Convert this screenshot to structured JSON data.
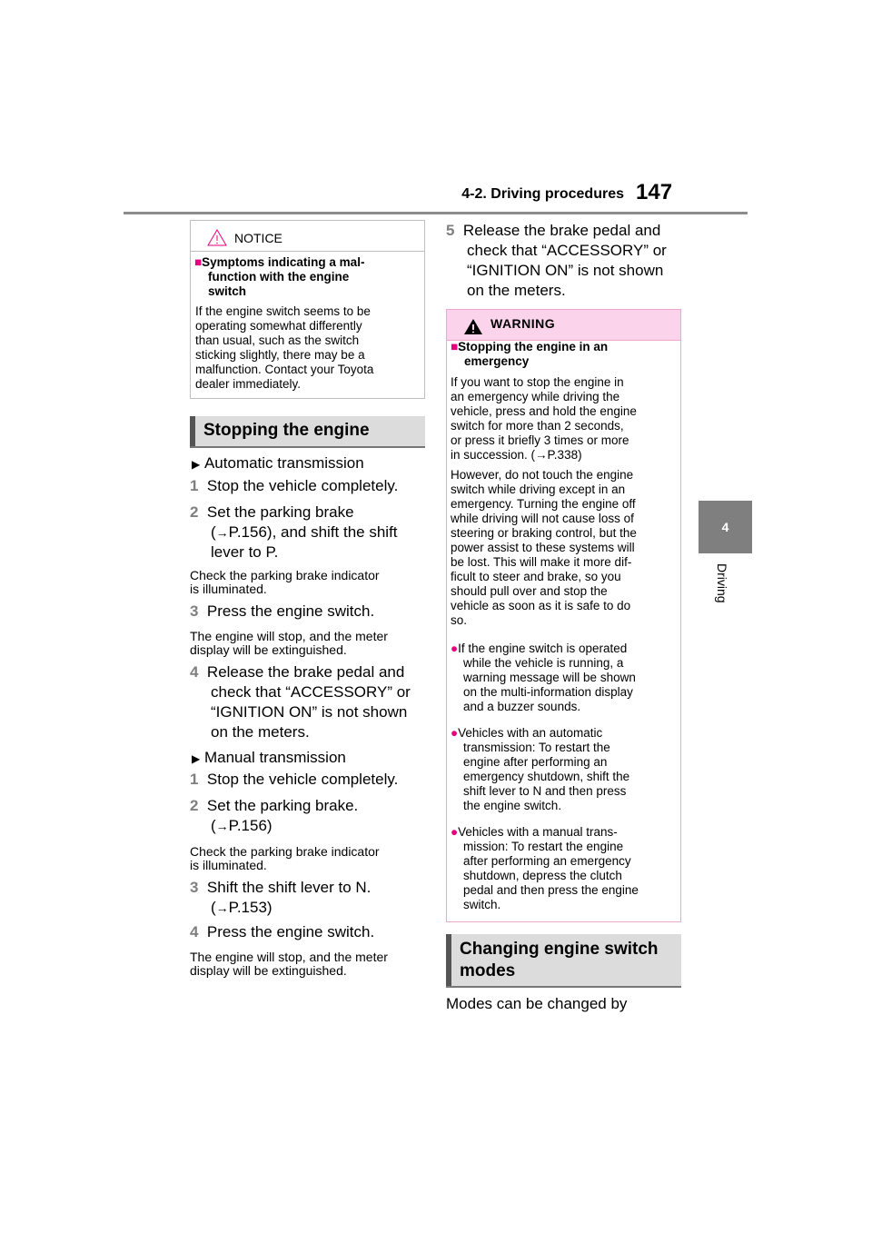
{
  "header": {
    "section": "4-2. Driving procedures",
    "page_number": "147"
  },
  "side_tab": {
    "chapter_number": "4",
    "chapter_label": "Driving"
  },
  "notice_box": {
    "label": "NOTICE",
    "title_line1": "Symptoms indicating a mal-",
    "title_line2": "function with the engine",
    "title_line3": "switch",
    "text_line1": "If the engine switch seems to be",
    "text_line2": "operating somewhat differently",
    "text_line3": "than usual, such as the switch",
    "text_line4": "sticking slightly, there may be a",
    "text_line5": "malfunction. Contact your Toyota",
    "text_line6": "dealer immediately."
  },
  "stopping_heading": "Stopping the engine",
  "automatic": {
    "label": "Automatic transmission",
    "step1_num": "1",
    "step1": "Stop the vehicle completely.",
    "step2_num": "2",
    "step2_line1": "Set the parking brake",
    "step2_line2_pre": "(",
    "step2_line2_post": "P.156), and shift the shift",
    "step2_line3": "lever to P.",
    "note1_line1": "Check the parking brake indicator",
    "note1_line2": "is illuminated.",
    "step3_num": "3",
    "step3": "Press the engine switch.",
    "note3_line1": "The engine will stop, and the meter",
    "note3_line2": "display will be extinguished.",
    "step4_num": "4",
    "step4_line1": "Release the brake pedal and",
    "step4_line2": "check that “ACCESSORY” or",
    "step4_line3": "“IGNITION ON” is not shown",
    "step4_line4": "on the meters."
  },
  "manual": {
    "label": "Manual transmission",
    "step1_num": "1",
    "step1": "Stop the vehicle completely.",
    "step2_num": "2",
    "step2_line1": "Set the parking brake.",
    "step2_line2_pre": "(",
    "step2_line2_post": "P.156)",
    "note2_line1": "Check the parking brake indicator",
    "note2_line2": "is illuminated.",
    "step3_num": "3",
    "step3_line1": "Shift the shift lever to N.",
    "step3_line2_pre": "(",
    "step3_line2_post": "P.153)",
    "step4_num": "4",
    "step4": "Press the engine switch.",
    "note4_line1": "The engine will stop, and the meter",
    "note4_line2": "display will be extinguished.",
    "step5_num": "5",
    "step5_line1": "Release the brake pedal and",
    "step5_line2": "check that “ACCESSORY” or",
    "step5_line3": "“IGNITION ON” is not shown",
    "step5_line4": "on the meters."
  },
  "warning_box": {
    "label": "WARNING",
    "title_line1": "Stopping the engine in an",
    "title_line2": "emergency",
    "p1": [
      "If you want to stop the engine in",
      "an emergency while driving the",
      "vehicle, press and hold the engine",
      "switch for more than 2 seconds,",
      "or press it briefly 3 times or more"
    ],
    "p1_last_pre": "in succession. (",
    "p1_last_post": "P.338)",
    "p2": [
      "However, do not touch the engine",
      "switch while driving except in an",
      "emergency. Turning the engine off",
      "while driving will not cause loss of",
      "steering or braking control, but the",
      "power assist to these systems will",
      "be lost. This will make it more dif-",
      "ficult to steer and brake, so you",
      "should pull over and stop the",
      "vehicle as soon as it is safe to do",
      "so."
    ],
    "b1": [
      "If the engine switch is operated",
      "while the vehicle is running, a",
      "warning message will be shown",
      "on the multi-information display",
      "and a buzzer sounds."
    ],
    "b2": [
      "Vehicles with an automatic",
      "transmission: To restart the",
      "engine after performing an",
      "emergency shutdown, shift the",
      "shift lever to N and then press",
      "the engine switch."
    ],
    "b3": [
      "Vehicles with a manual trans-",
      "mission: To restart the engine",
      "after performing an emergency",
      "shutdown, depress the clutch",
      "pedal and then press the engine",
      "switch."
    ]
  },
  "changing_heading_line1": "Changing engine switch",
  "changing_heading_line2": "modes",
  "modes_text": "Modes can be changed by",
  "colors": {
    "accent_pink": "#e6007e",
    "warning_fill": "#fbd3ea",
    "heading_fill": "#dcdcdc",
    "tab_gray": "#7f7f7f"
  },
  "icons": {
    "triangle": "warning-triangle-icon",
    "arrow": "right-arrow-icon",
    "square_bullet": "square-bullet-icon",
    "circle_bullet": "circle-bullet-icon",
    "pointer": "pointer-triangle-icon"
  }
}
